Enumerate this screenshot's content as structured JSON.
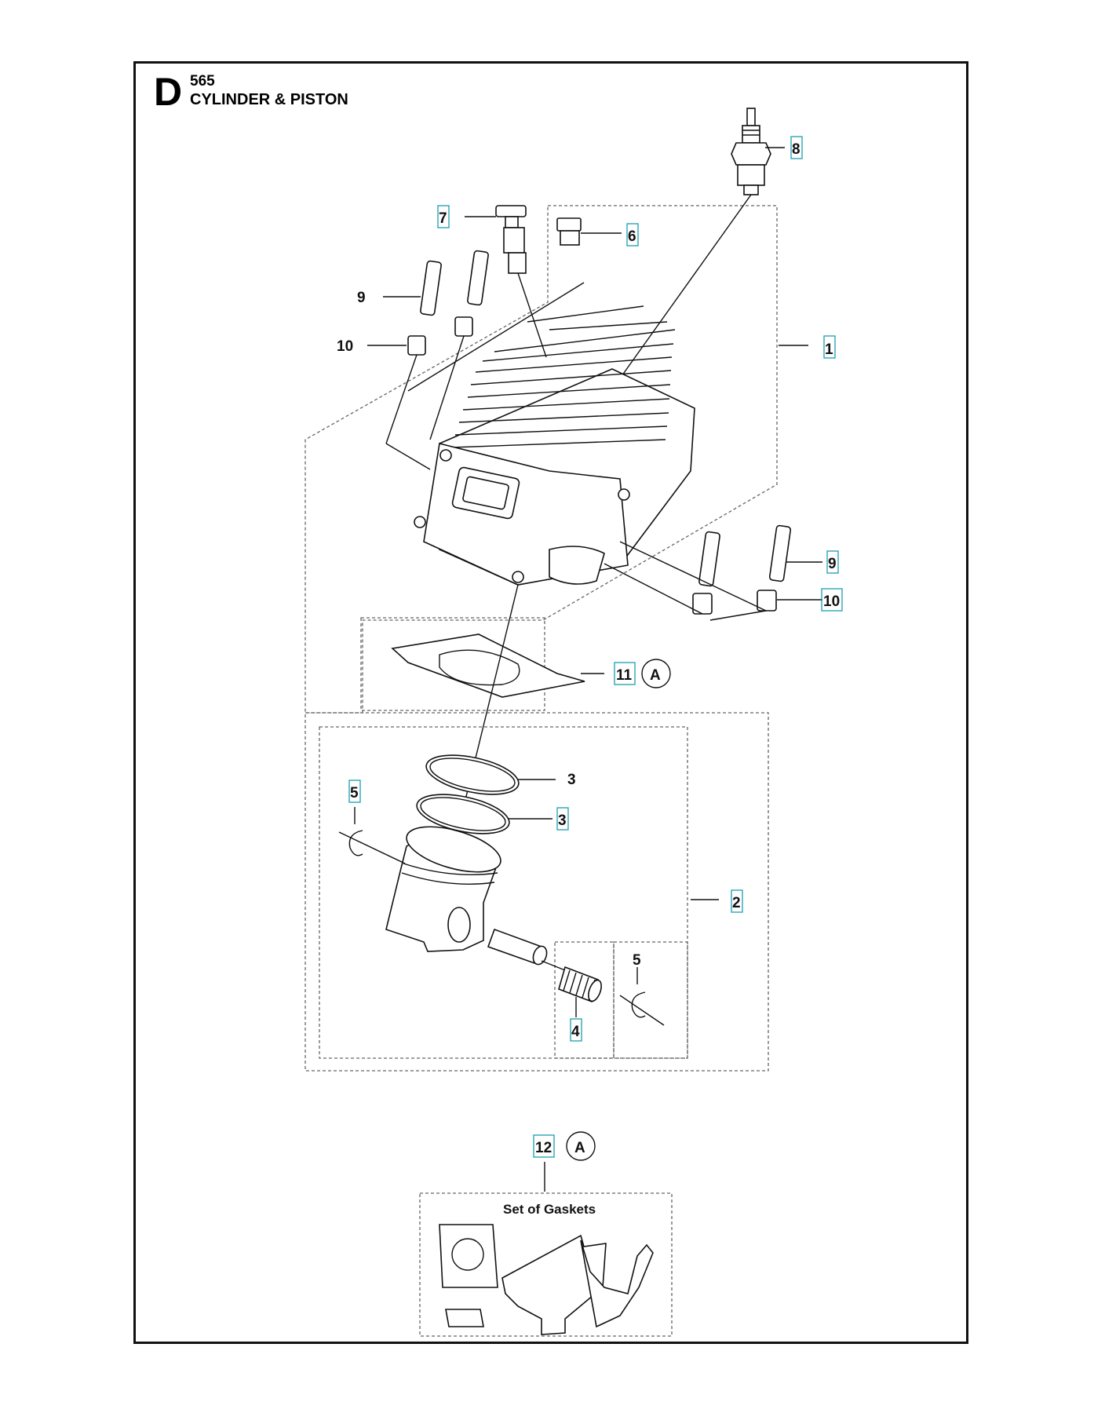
{
  "header": {
    "section_letter": "D",
    "model": "565",
    "title": "CYLINDER & PISTON"
  },
  "callouts": [
    {
      "id": "c1",
      "label": "1",
      "boxed": true
    },
    {
      "id": "c2",
      "label": "2",
      "boxed": true
    },
    {
      "id": "c3a",
      "label": "3",
      "boxed": false
    },
    {
      "id": "c3b",
      "label": "3",
      "boxed": true
    },
    {
      "id": "c4",
      "label": "4",
      "boxed": true
    },
    {
      "id": "c5a",
      "label": "5",
      "boxed": true
    },
    {
      "id": "c5b",
      "label": "5",
      "boxed": false
    },
    {
      "id": "c6",
      "label": "6",
      "boxed": true
    },
    {
      "id": "c7",
      "label": "7",
      "boxed": true
    },
    {
      "id": "c8",
      "label": "8",
      "boxed": true
    },
    {
      "id": "c9a",
      "label": "9",
      "boxed": false
    },
    {
      "id": "c9b",
      "label": "9",
      "boxed": true
    },
    {
      "id": "c10a",
      "label": "10",
      "boxed": false
    },
    {
      "id": "c10b",
      "label": "10",
      "boxed": true
    },
    {
      "id": "c11",
      "label": "11",
      "boxed": true
    },
    {
      "id": "c12",
      "label": "12",
      "boxed": true
    }
  ],
  "kit_markers": [
    {
      "id": "kA1",
      "label": "A"
    },
    {
      "id": "kA2",
      "label": "A"
    }
  ],
  "gasket_set": {
    "title": "Set of Gaskets"
  },
  "colors": {
    "line": "#111111",
    "callout_box": "#1a9fb0",
    "dashed": "#666666"
  }
}
